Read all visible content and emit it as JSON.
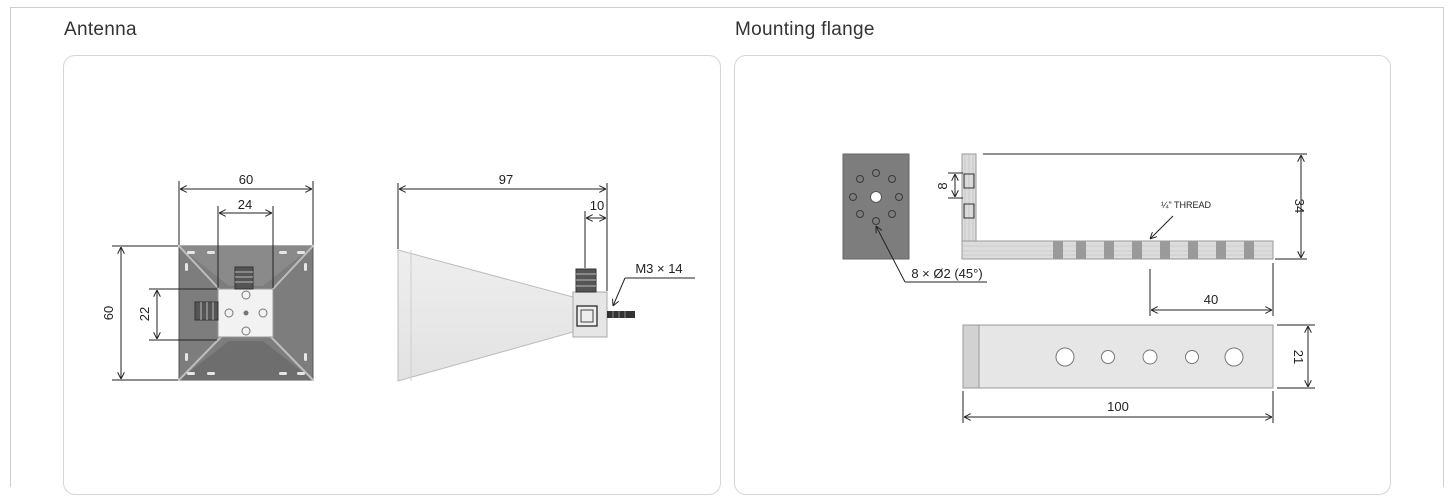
{
  "panels": {
    "antenna": {
      "title": "Antenna",
      "front_view": {
        "width_label": "60",
        "inner_width_label": "24",
        "height_label": "60",
        "inner_height_label": "22"
      },
      "side_view": {
        "length_label": "97",
        "connector_offset_label": "10",
        "screw_label": "M3 × 14"
      }
    },
    "mounting_flange": {
      "title": "Mounting flange",
      "plate_view": {
        "holes_label": "8 × Ø2 (45°)"
      },
      "bracket_side_view": {
        "tab_height_label": "8",
        "thread_label": "¼\" THREAD",
        "height_label": "34",
        "spacing_label": "40"
      },
      "bracket_top_view": {
        "width_label": "21",
        "length_label": "100"
      }
    }
  },
  "colors": {
    "metal_dark": "#7d7d7d",
    "metal_light": "#dcdcdc",
    "line": "#222222",
    "panel_border": "#d6d6d6"
  }
}
